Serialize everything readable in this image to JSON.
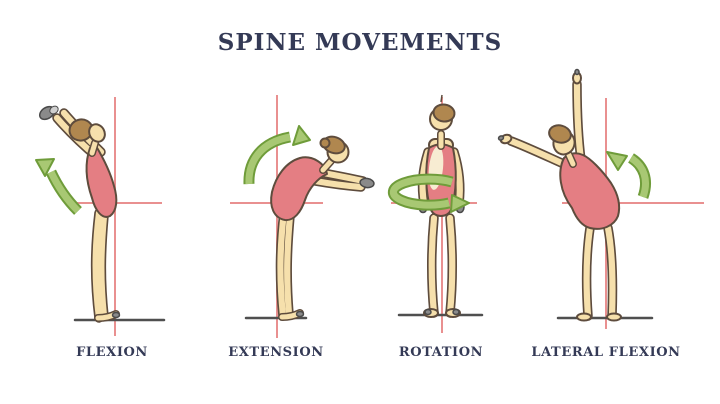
{
  "title": "SPINE MOVEMENTS",
  "figures": [
    {
      "label": "FLEXION"
    },
    {
      "label": "EXTENSION"
    },
    {
      "label": "ROTATION"
    },
    {
      "label": "LATERAL FLEXION"
    }
  ],
  "colors": {
    "background": "#ffffff",
    "title_text": "#343a56",
    "label_text": "#343a56",
    "crosshair": "#e99090",
    "arrow_fill": "#a8c873",
    "arrow_outline": "#6f9c3a",
    "leotard": "#e47e83",
    "skin": "#f6e0ac",
    "hair": "#b0874f",
    "outline": "#5e4c3d",
    "ground": "#4f4f4f",
    "hand": "#8a8a8a"
  }
}
